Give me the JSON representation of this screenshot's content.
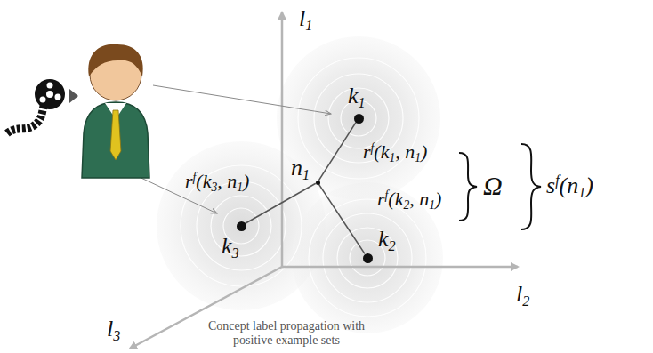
{
  "diagram": {
    "nodes": [
      {
        "text": [
          "k1"
        ]
      },
      {
        "text": [
          "n1"
        ]
      },
      {
        "text": [
          "k3"
        ]
      },
      {
        "text": [
          "k2"
        ]
      }
    ],
    "edges": [
      {
        "from": 1,
        "to": 0,
        "label": "rf(k1, n1)",
        "arrow": "none"
      },
      {
        "from": 1,
        "to": 3,
        "label": "rf(k2, n1)",
        "arrow": "none"
      },
      {
        "from": 1,
        "to": 2,
        "label": "rf(k3, n1)",
        "arrow": "none"
      }
    ],
    "labels": [
      "l1",
      "l2",
      "l3",
      "Ω",
      "sf(n1)",
      "Concept label propagation with positive example sets"
    ]
  }
}
